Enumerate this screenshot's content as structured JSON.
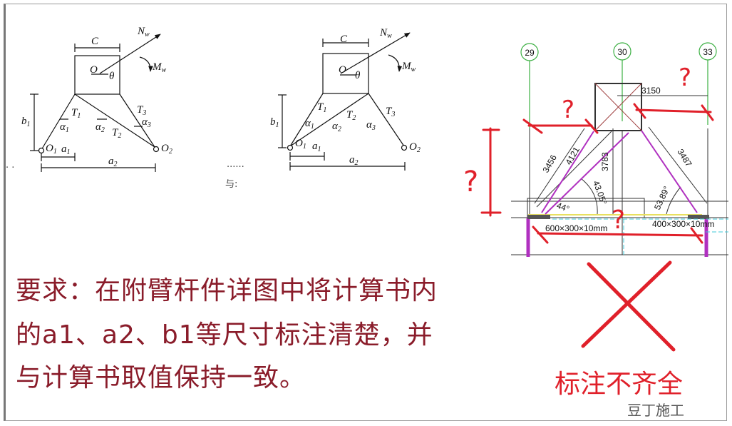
{
  "diagram_left": {
    "labels": {
      "C": "C",
      "Nw": "N",
      "Nw_sub": "w",
      "Mw": "M",
      "Mw_sub": "w",
      "O": "O",
      "theta": "θ",
      "T1": "T",
      "T1_sub": "1",
      "T2": "T",
      "T2_sub": "2",
      "T3": "T",
      "T3_sub": "3",
      "alpha1": "α",
      "alpha1_sub": "1",
      "alpha2": "α",
      "alpha2_sub": "2",
      "alpha3": "α",
      "alpha3_sub": "3",
      "O1": "O",
      "O1_sub": "1",
      "O2": "O",
      "O2_sub": "2",
      "a1": "a",
      "a1_sub": "1",
      "a2": "a",
      "a2_sub": "2",
      "b1": "b",
      "b1_sub": "1"
    }
  },
  "diagram_middle": {
    "fragment": "与:"
  },
  "cad": {
    "axes": [
      "29",
      "30",
      "33"
    ],
    "dimensions": [
      "3150",
      "3456",
      "4121",
      "3783",
      "3487"
    ],
    "angles": [
      "43.05°",
      "53.89°",
      "44°"
    ],
    "plate_notes": [
      "600×300×10mm",
      "400×300×10mm"
    ],
    "question_mark": "?",
    "colors": {
      "annotation": "#e0202a",
      "axis": "#3cb043",
      "member": "#b030c0"
    }
  },
  "requirement": {
    "lines": [
      "要求：在附臂杆件详图中将计算书内",
      "的a1、a2、b1等尺寸标注清楚，并",
      "与计算书取值保持一致。"
    ],
    "color": "#8a1c2a"
  },
  "verdict": "标注不齐全",
  "watermark": "豆丁施工"
}
